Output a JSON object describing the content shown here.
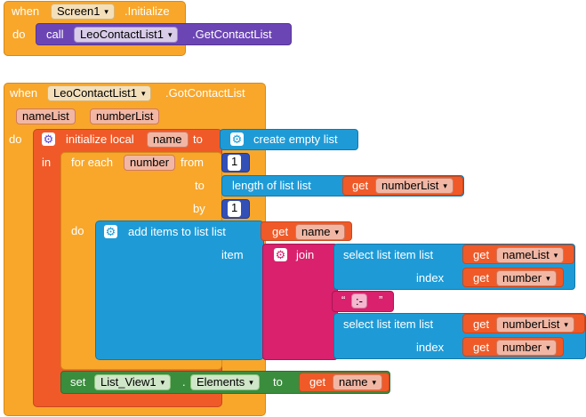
{
  "block1": {
    "when": "when",
    "component": "Screen1",
    "event": ".Initialize",
    "do": "do",
    "call": "call",
    "call_component": "LeoContactList1",
    "method": ".GetContactList"
  },
  "block2": {
    "when": "when",
    "component": "LeoContactList1",
    "event": ".GotContactList",
    "params": [
      "nameList",
      "numberList"
    ],
    "do": "do",
    "init_local": "initialize local",
    "local_name": "name",
    "to": "to",
    "create_empty_list": "create empty list",
    "in": "in",
    "for_each": "for each",
    "loop_var": "number",
    "from": "from",
    "from_value": "1",
    "to_label": "to",
    "length_of_list": "length of list  list",
    "get": "get",
    "number_list": "numberList",
    "by": "by",
    "by_value": "1",
    "do_label": "do",
    "add_items": "add items to list   list",
    "get_name": "name",
    "item": "item",
    "join": "join",
    "select_item_1": "select list item  list",
    "name_list": "nameList",
    "index": "index",
    "index_var": "number",
    "separator_open": "“",
    "separator": " :- ",
    "separator_close": "”",
    "select_item_2": "select list item  list",
    "number_list_2": "numberList",
    "set": "set",
    "set_component": "List_View1",
    "dot": ".",
    "property": "Elements",
    "set_to": "to",
    "set_get": "get",
    "set_var": "name"
  },
  "colors": {
    "event": "#f8a72b",
    "procedure": "#6c45b5",
    "variable": "#f05a28",
    "list": "#1e9bd7",
    "math": "#3350b7",
    "text": "#d9216d",
    "component": "#3a8d3d"
  },
  "icons": [
    "gear-icon",
    "dropdown-arrow-icon"
  ]
}
